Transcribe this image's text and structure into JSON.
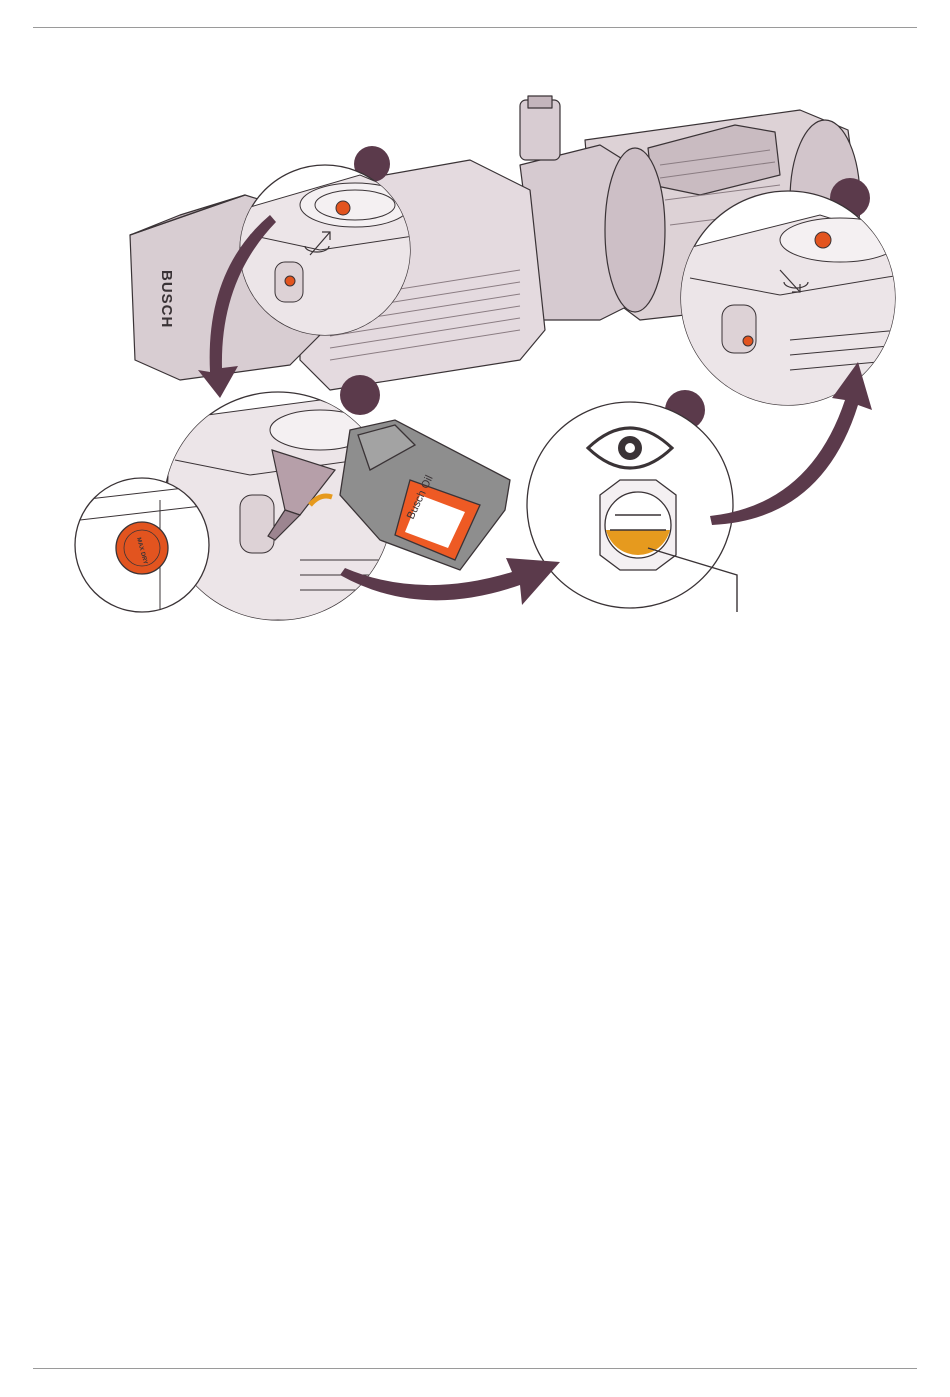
{
  "figure": {
    "brand_label": "BUSCH",
    "oil_can_label": "Busch Oil",
    "fill_cap_label": "MAX DRY",
    "colors": {
      "pump_body": "#ddd2d6",
      "pump_shadow": "#b9aab0",
      "outline": "#3a3336",
      "step_arrow": "#5b3a4b",
      "plug": "#e2541f",
      "oil": "#e69a1e",
      "oil_can": "#8e8e8e",
      "can_label": "#ee5a24"
    },
    "steps": [
      {
        "name": "remove-fill-plug",
        "icon": "open-plug-arrow-icon"
      },
      {
        "name": "fill-oil",
        "icon": "funnel-icon"
      },
      {
        "name": "check-level",
        "icon": "eye-icon"
      },
      {
        "name": "refit-fill-plug",
        "icon": "close-plug-arrow-icon"
      }
    ],
    "sight_glass_level_fraction": 0.55
  }
}
